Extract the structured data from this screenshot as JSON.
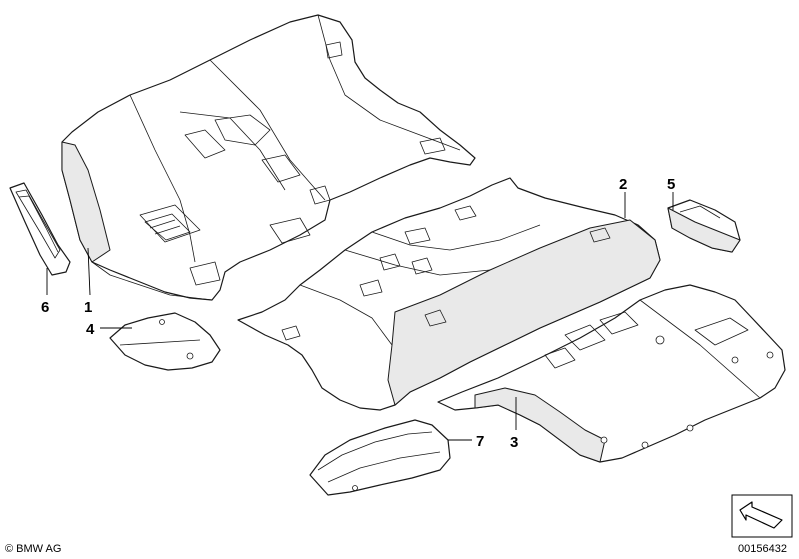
{
  "callouts": [
    {
      "id": "1",
      "label": "1"
    },
    {
      "id": "2",
      "label": "2"
    },
    {
      "id": "3",
      "label": "3"
    },
    {
      "id": "4",
      "label": "4"
    },
    {
      "id": "5",
      "label": "5"
    },
    {
      "id": "6",
      "label": "6"
    },
    {
      "id": "7",
      "label": "7"
    }
  ],
  "footer": {
    "copyright": "© BMW AG",
    "diagram_number": "00156432"
  },
  "icons": {
    "orientation_arrow": "arrow-pointer-icon"
  }
}
